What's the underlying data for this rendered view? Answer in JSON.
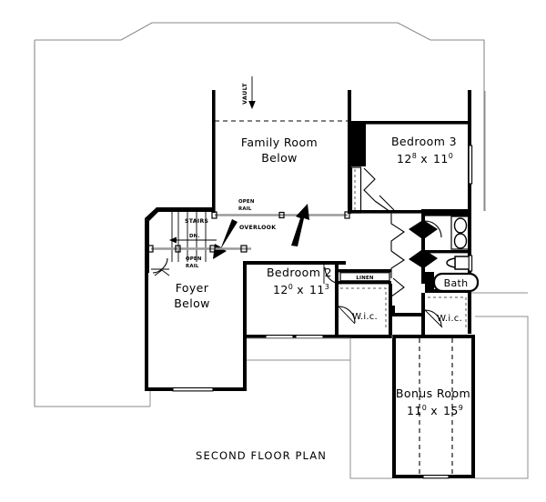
{
  "drawing": {
    "title": "SECOND FLOOR PLAN",
    "type": "architectural-floor-plan",
    "line_color": "#000000",
    "roof_line_color": "#8a8a8a",
    "rail_color": "#9a9a9a",
    "background": "#ffffff"
  },
  "rooms": [
    {
      "key": "family_room",
      "name": "Family Room",
      "sub": "Below",
      "dim": null
    },
    {
      "key": "bedroom_3",
      "name": "Bedroom 3",
      "width_ft": "12",
      "width_in": "8",
      "times": "x",
      "length_ft": "11",
      "length_in": "0"
    },
    {
      "key": "bedroom_2",
      "name": "Bedroom 2",
      "width_ft": "12",
      "width_in": "0",
      "times": "x",
      "length_ft": "11",
      "length_in": "3"
    },
    {
      "key": "bonus_room",
      "name": "Bonus Room",
      "width_ft": "11",
      "width_in": "0",
      "times": "x",
      "length_ft": "15",
      "length_in": "9"
    },
    {
      "key": "foyer",
      "name": "Foyer",
      "sub": "Below",
      "dim": null
    }
  ],
  "labels": {
    "vault": "VAULT",
    "open_rail_upper_1": "OPEN",
    "open_rail_upper_2": "RAIL",
    "open_rail_lower_1": "OPEN",
    "open_rail_lower_2": "RAIL",
    "overlook": "OVERLOOK",
    "stairs": "STAIRS",
    "stairs_dn": "DN.",
    "linen": "LINEN",
    "bath": "Bath",
    "wic_left": "W.i.c.",
    "wic_right": "W.i.c."
  }
}
